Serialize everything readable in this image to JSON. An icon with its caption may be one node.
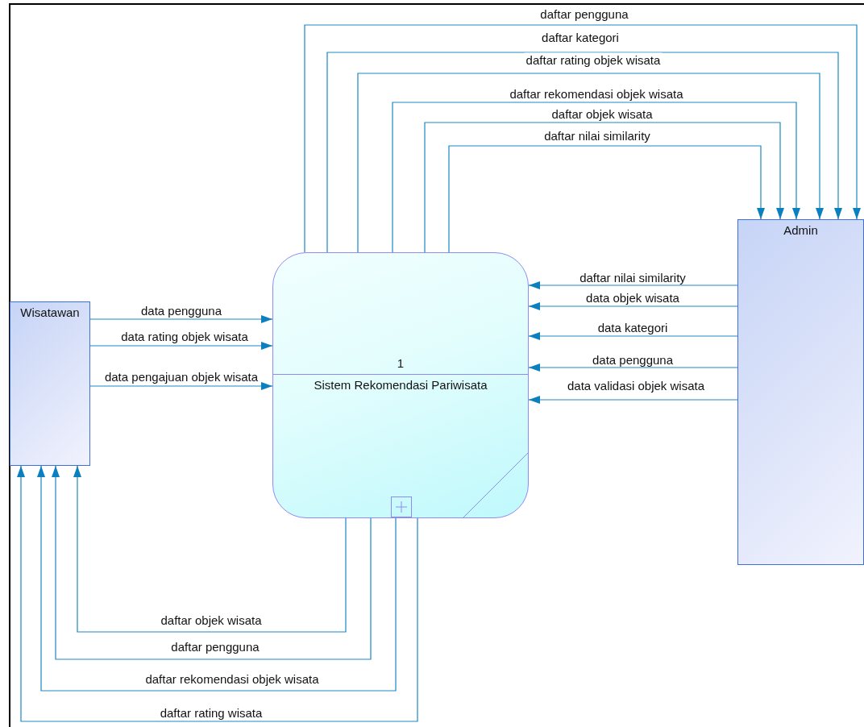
{
  "diagram": {
    "nodes": [
      {
        "text": [
          "Wisatawan"
        ]
      },
      {
        "text": [
          "1",
          "Sistem Rekomendasi Pariwisata"
        ]
      },
      {
        "text": [
          "Admin"
        ]
      }
    ],
    "edges": [
      {
        "from": 1,
        "to": 2,
        "arrow": "to",
        "label": "daftar pengguna"
      },
      {
        "from": 1,
        "to": 2,
        "arrow": "to",
        "label": "daftar kategori"
      },
      {
        "from": 1,
        "to": 2,
        "arrow": "to",
        "label": "daftar rating objek wisata"
      },
      {
        "from": 1,
        "to": 2,
        "arrow": "to",
        "label": "daftar rekomendasi objek wisata"
      },
      {
        "from": 1,
        "to": 2,
        "arrow": "to",
        "label": "daftar objek wisata"
      },
      {
        "from": 1,
        "to": 2,
        "arrow": "to",
        "label": "daftar nilai similarity"
      },
      {
        "from": 2,
        "to": 1,
        "arrow": "to",
        "label": "daftar nilai similarity"
      },
      {
        "from": 2,
        "to": 1,
        "arrow": "to",
        "label": "data objek wisata"
      },
      {
        "from": 2,
        "to": 1,
        "arrow": "to",
        "label": "data kategori"
      },
      {
        "from": 2,
        "to": 1,
        "arrow": "to",
        "label": "data pengguna"
      },
      {
        "from": 2,
        "to": 1,
        "arrow": "to",
        "label": "data validasi objek wisata"
      },
      {
        "from": 0,
        "to": 1,
        "arrow": "to",
        "label": "data pengguna"
      },
      {
        "from": 0,
        "to": 1,
        "arrow": "to",
        "label": "data rating objek wisata"
      },
      {
        "from": 0,
        "to": 1,
        "arrow": "to",
        "label": "data pengajuan objek wisata"
      },
      {
        "from": 1,
        "to": 0,
        "arrow": "to",
        "label": "daftar objek wisata"
      },
      {
        "from": 1,
        "to": 0,
        "arrow": "to",
        "label": "daftar pengguna"
      },
      {
        "from": 1,
        "to": 0,
        "arrow": "to",
        "label": "daftar rekomendasi objek wisata"
      },
      {
        "from": 1,
        "to": 0,
        "arrow": "to",
        "label": "daftar rating wisata"
      }
    ]
  }
}
